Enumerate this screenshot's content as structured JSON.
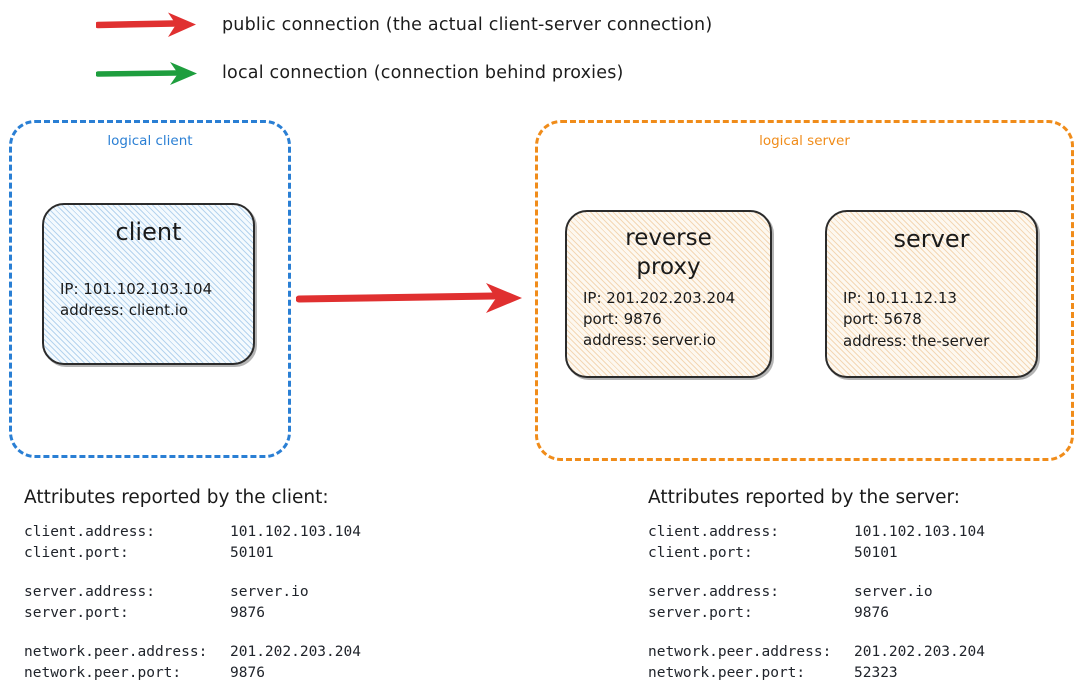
{
  "legend": {
    "items": [
      {
        "name": "public-connection",
        "arrow_color": "#e03030",
        "label": "public connection (the actual client-server connection)"
      },
      {
        "name": "local-connection",
        "arrow_color": "#1e9e3e",
        "label": "local connection (connection behind proxies)"
      }
    ]
  },
  "groups": {
    "client": {
      "label": "logical client",
      "color": "#2a7fd4"
    },
    "server": {
      "label": "logical server",
      "color": "#f08c1a"
    }
  },
  "nodes": {
    "client": {
      "title": "client",
      "attrs": [
        "IP: 101.102.103.104",
        "address: client.io"
      ]
    },
    "reverse_proxy": {
      "title": "reverse\nproxy",
      "attrs": [
        "IP: 201.202.203.204",
        "port: 9876",
        "address: server.io"
      ]
    },
    "server": {
      "title": "server",
      "attrs": [
        "IP: 10.11.12.13",
        "port: 5678",
        "address: the-server"
      ]
    }
  },
  "connection_arrow": {
    "color": "#e03030",
    "from": "client",
    "to": "logical server"
  },
  "attribute_tables": [
    {
      "id": "client-attr-table",
      "heading": "Attributes reported by the client:",
      "rows": [
        {
          "key": "client.address:",
          "value": "101.102.103.104"
        },
        {
          "key": "client.port:",
          "value": "50101"
        },
        {
          "spacer": true
        },
        {
          "key": "server.address:",
          "value": "server.io"
        },
        {
          "key": "server.port:",
          "value": "9876"
        },
        {
          "spacer": true
        },
        {
          "key": "network.peer.address:",
          "value": "201.202.203.204"
        },
        {
          "key": "network.peer.port:",
          "value": "9876"
        }
      ]
    },
    {
      "id": "server-attr-table",
      "heading": "Attributes reported by the server:",
      "rows": [
        {
          "key": "client.address:",
          "value": "101.102.103.104"
        },
        {
          "key": "client.port:",
          "value": "50101"
        },
        {
          "spacer": true
        },
        {
          "key": "server.address:",
          "value": "server.io"
        },
        {
          "key": "server.port:",
          "value": "9876"
        },
        {
          "spacer": true
        },
        {
          "key": "network.peer.address:",
          "value": "201.202.203.204"
        },
        {
          "key": "network.peer.port:",
          "value": "52323"
        }
      ]
    }
  ]
}
